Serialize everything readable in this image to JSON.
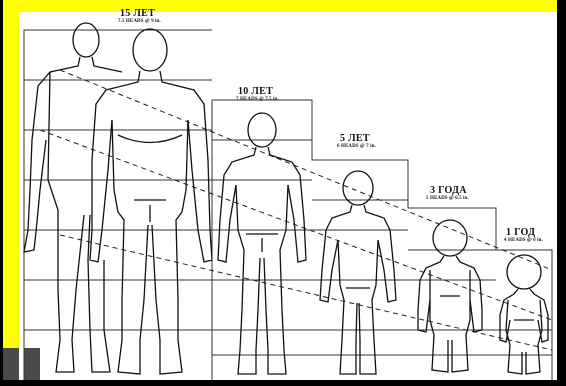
{
  "colors": {
    "background": "#ffffff",
    "banner_yellow": "#ffff00",
    "figure_stroke": "#111111",
    "grid_stroke": "#333333",
    "border_black": "#000000",
    "photo_grey": "#4a4a4a"
  },
  "figures": [
    {
      "id": "age-15",
      "age_label": "15 ЛЕТ",
      "heads_label": "7.5 HEADS @ 9 in."
    },
    {
      "id": "age-10",
      "age_label": "10 ЛЕТ",
      "heads_label": "7 HEADS @ 7.5 in."
    },
    {
      "id": "age-5",
      "age_label": "5 ЛЕТ",
      "heads_label": "6 HEADS @ 7 in."
    },
    {
      "id": "age-3",
      "age_label": "3 ГОДА",
      "heads_label": "5 HEADS @ 6.5 in."
    },
    {
      "id": "age-1",
      "age_label": "1 ГОД",
      "heads_label": "4 HEADS @ 6 in."
    }
  ]
}
